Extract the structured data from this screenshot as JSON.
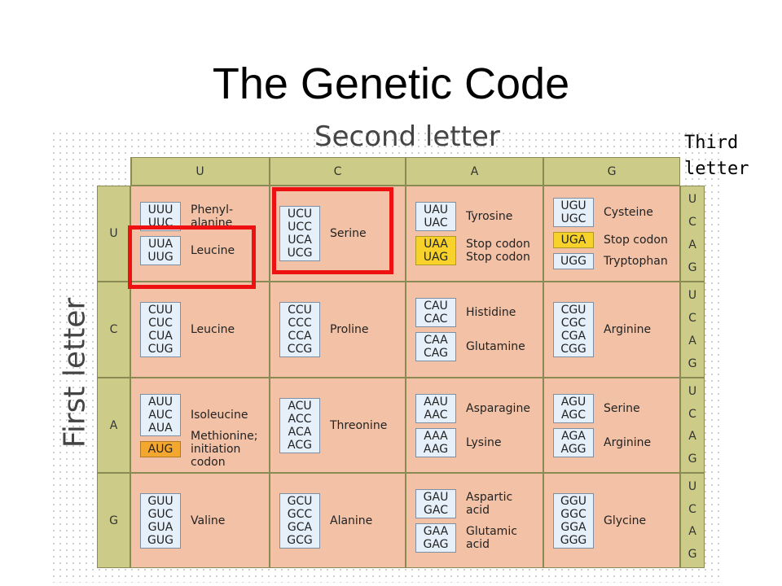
{
  "title": "The Genetic Code",
  "second_label": "Second letter",
  "third_label": [
    "Third",
    "letter"
  ],
  "first_label": "First letter",
  "col_headers": [
    "U",
    "C",
    "A",
    "G"
  ],
  "row_headers": [
    "U",
    "C",
    "A",
    "G"
  ],
  "third_letters": [
    "U",
    "C",
    "A",
    "G"
  ],
  "rows": [
    {
      "cells": [
        {
          "boxes": [
            {
              "codons": [
                "UUU",
                "UUC"
              ]
            },
            {
              "codons": [
                "UUA",
                "UUG"
              ]
            }
          ],
          "labels": [
            {
              "text": "Phenyl-\nalanine"
            },
            {
              "text": "Leucine"
            }
          ]
        },
        {
          "boxes": [
            {
              "codons": [
                "UCU",
                "UCC",
                "UCA",
                "UCG"
              ]
            }
          ],
          "labels": [
            {
              "text": "Serine"
            }
          ]
        },
        {
          "boxes": [
            {
              "codons": [
                "UAU",
                "UAC"
              ]
            },
            {
              "codons": [
                "UAA",
                "UAG"
              ],
              "hl": "yellow"
            }
          ],
          "labels": [
            {
              "text": "Tyrosine"
            },
            {
              "text": "Stop codon\nStop codon"
            }
          ]
        },
        {
          "boxes": [
            {
              "codons": [
                "UGU",
                "UGC"
              ]
            },
            {
              "codons": [
                "UGA"
              ],
              "hl": "yellow"
            },
            {
              "codons": [
                "UGG"
              ]
            }
          ],
          "labels": [
            {
              "text": "Cysteine"
            },
            {
              "text": "Stop codon"
            },
            {
              "text": "Tryptophan"
            }
          ]
        }
      ]
    },
    {
      "cells": [
        {
          "boxes": [
            {
              "codons": [
                "CUU",
                "CUC",
                "CUA",
                "CUG"
              ]
            }
          ],
          "labels": [
            {
              "text": "Leucine"
            }
          ]
        },
        {
          "boxes": [
            {
              "codons": [
                "CCU",
                "CCC",
                "CCA",
                "CCG"
              ]
            }
          ],
          "labels": [
            {
              "text": "Proline"
            }
          ]
        },
        {
          "boxes": [
            {
              "codons": [
                "CAU",
                "CAC"
              ]
            },
            {
              "codons": [
                "CAA",
                "CAG"
              ]
            }
          ],
          "labels": [
            {
              "text": "Histidine"
            },
            {
              "text": "Glutamine"
            }
          ]
        },
        {
          "boxes": [
            {
              "codons": [
                "CGU",
                "CGC",
                "CGA",
                "CGG"
              ]
            }
          ],
          "labels": [
            {
              "text": "Arginine"
            }
          ]
        }
      ]
    },
    {
      "cells": [
        {
          "boxes": [
            {
              "codons": [
                "AUU",
                "AUC",
                "AUA"
              ]
            },
            {
              "codons": [
                "AUG"
              ],
              "hl": "orange"
            }
          ],
          "labels": [
            {
              "text": "Isoleucine"
            },
            {
              "text": "Methionine;\ninitiation\ncodon"
            }
          ]
        },
        {
          "boxes": [
            {
              "codons": [
                "ACU",
                "ACC",
                "ACA",
                "ACG"
              ]
            }
          ],
          "labels": [
            {
              "text": "Threonine"
            }
          ]
        },
        {
          "boxes": [
            {
              "codons": [
                "AAU",
                "AAC"
              ]
            },
            {
              "codons": [
                "AAA",
                "AAG"
              ]
            }
          ],
          "labels": [
            {
              "text": "Asparagine"
            },
            {
              "text": "Lysine"
            }
          ]
        },
        {
          "boxes": [
            {
              "codons": [
                "AGU",
                "AGC"
              ]
            },
            {
              "codons": [
                "AGA",
                "AGG"
              ]
            }
          ],
          "labels": [
            {
              "text": "Serine"
            },
            {
              "text": "Arginine"
            }
          ]
        }
      ]
    },
    {
      "cells": [
        {
          "boxes": [
            {
              "codons": [
                "GUU",
                "GUC",
                "GUA",
                "GUG"
              ]
            }
          ],
          "labels": [
            {
              "text": "Valine"
            }
          ]
        },
        {
          "boxes": [
            {
              "codons": [
                "GCU",
                "GCC",
                "GCA",
                "GCG"
              ]
            }
          ],
          "labels": [
            {
              "text": "Alanine"
            }
          ]
        },
        {
          "boxes": [
            {
              "codons": [
                "GAU",
                "GAC"
              ]
            },
            {
              "codons": [
                "GAA",
                "GAG"
              ]
            }
          ],
          "labels": [
            {
              "text": "Aspartic\nacid"
            },
            {
              "text": "Glutamic\nacid"
            }
          ]
        },
        {
          "boxes": [
            {
              "codons": [
                "GGU",
                "GGC",
                "GGA",
                "GGG"
              ]
            }
          ],
          "labels": [
            {
              "text": "Glycine"
            }
          ]
        }
      ]
    }
  ],
  "colors": {
    "header_fill": "#cccc88",
    "cell_fill": "#f3c2a6",
    "codon_box": "#e6f0fa",
    "stop_highlight": "#f7d22a",
    "start_highlight": "#f3a72e",
    "annotation_box": "#ee1111"
  }
}
